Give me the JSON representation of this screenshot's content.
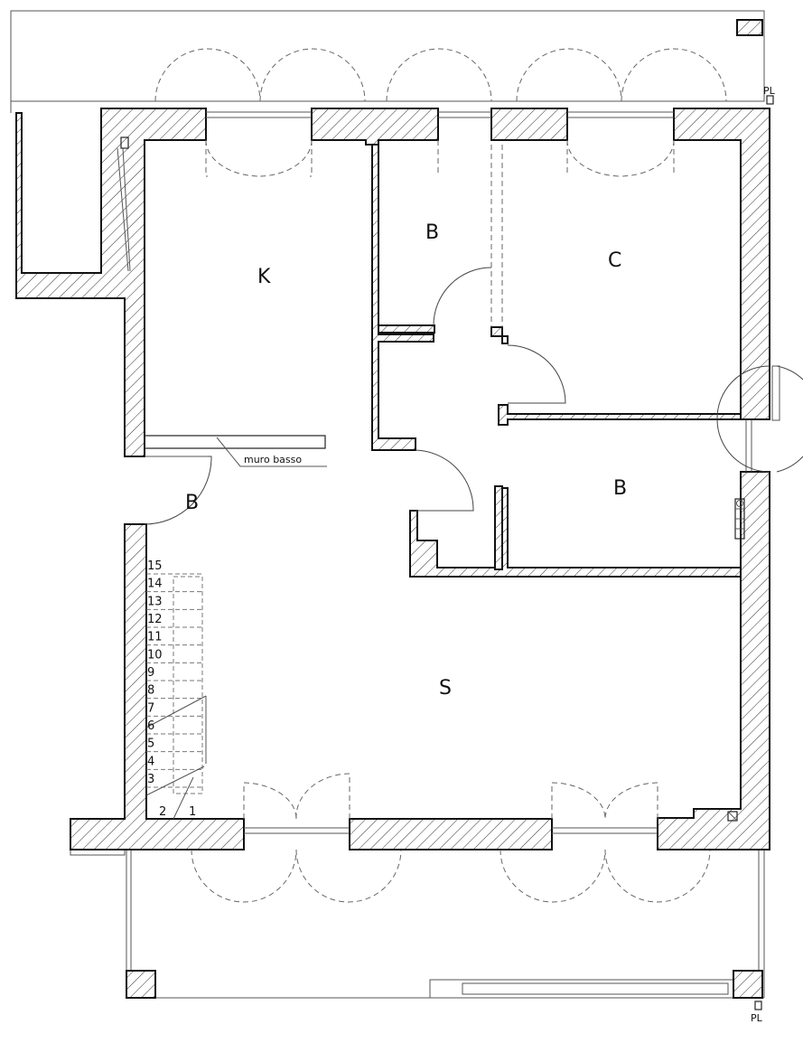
{
  "rooms": {
    "kitchen": "K",
    "bath_top": "B",
    "bedroom": "C",
    "bath_right": "B",
    "bath_left": "B",
    "living": "S"
  },
  "note": "muro basso",
  "pillar_labels": {
    "top": "PL",
    "bottom": "PL"
  },
  "stair_numbers": [
    "1",
    "2",
    "3",
    "4",
    "5",
    "6",
    "7",
    "8",
    "9",
    "10",
    "11",
    "12",
    "13",
    "14",
    "15"
  ]
}
